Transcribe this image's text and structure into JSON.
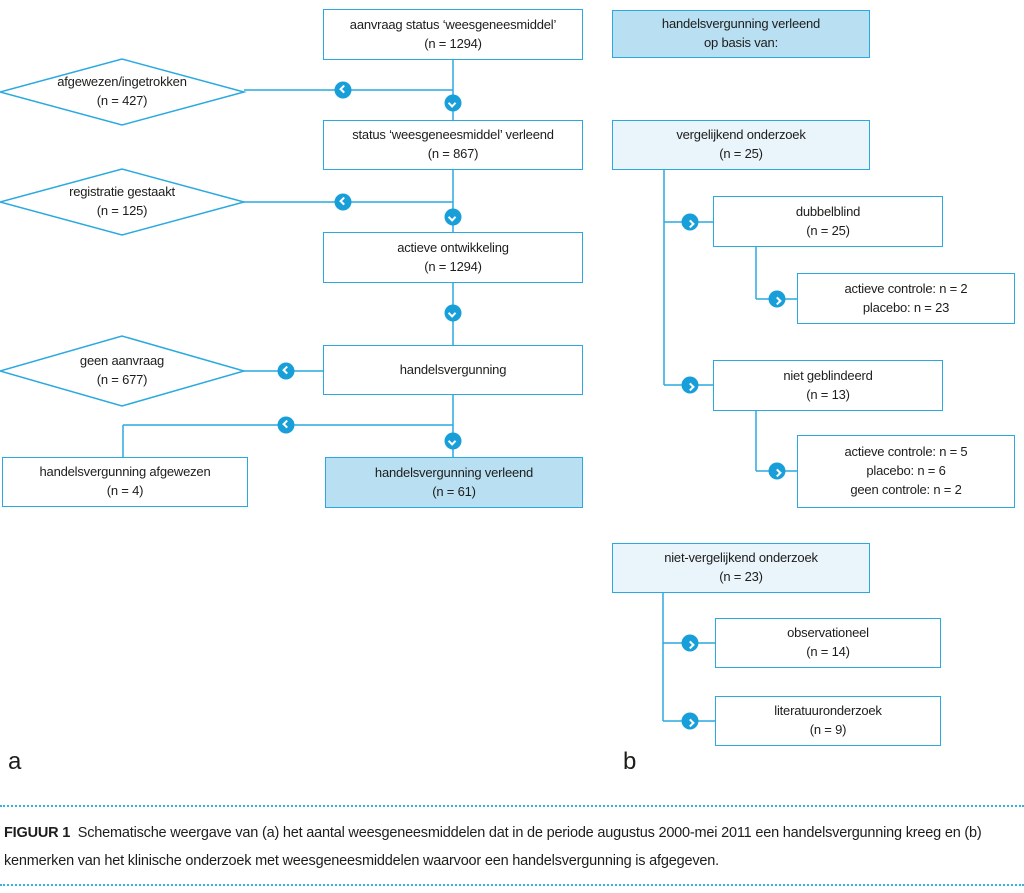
{
  "colors": {
    "line_blue": "#2aa9e0",
    "marker_blue": "#189fd9",
    "fill_medium_blue": "#b9dff2",
    "fill_light_blue": "#e9f4fb",
    "text": "#1d1d1b"
  },
  "panel_a": {
    "label": "a",
    "nodes": {
      "aanvraag": {
        "lines": [
          "aanvraag status ‘weesgeneesmiddel’",
          "(n = 1294)"
        ]
      },
      "afgewezen_ingetrokken": {
        "lines": [
          "afgewezen/ingetrokken",
          "(n = 427)"
        ]
      },
      "status_verleend": {
        "lines": [
          "status ‘weesgeneesmiddel’ verleend",
          "(n = 867)"
        ]
      },
      "registratie_gestaakt": {
        "lines": [
          "registratie gestaakt",
          "(n = 125)"
        ]
      },
      "actieve_ontwikkeling": {
        "lines": [
          "actieve ontwikkeling",
          "(n = 1294)"
        ]
      },
      "geen_aanvraag": {
        "lines": [
          "geen aanvraag",
          "(n = 677)"
        ]
      },
      "handelsvergunning": {
        "lines": [
          "handelsvergunning"
        ]
      },
      "handelsvergunning_afgewezen": {
        "lines": [
          "handelsvergunning afgewezen",
          "(n = 4)"
        ]
      },
      "handelsvergunning_verleend": {
        "lines": [
          "handelsvergunning verleend",
          "(n = 61)"
        ]
      }
    }
  },
  "panel_b": {
    "label": "b",
    "nodes": {
      "header": {
        "lines": [
          "handelsvergunning verleend",
          "op basis van:"
        ]
      },
      "vergelijkend": {
        "lines": [
          "vergelijkend onderzoek",
          "(n = 25)"
        ]
      },
      "dubbelblind": {
        "lines": [
          "dubbelblind",
          "(n = 25)"
        ]
      },
      "dubbelblind_detail": {
        "lines": [
          "actieve controle: n = 2",
          "placebo: n = 23"
        ]
      },
      "niet_geblindeerd": {
        "lines": [
          "niet geblindeerd",
          "(n = 13)"
        ]
      },
      "niet_geblindeerd_detail": {
        "lines": [
          "actieve controle: n = 5",
          "placebo: n = 6",
          "geen controle: n = 2"
        ]
      },
      "niet_vergelijkend": {
        "lines": [
          "niet-vergelijkend onderzoek",
          "(n = 23)"
        ]
      },
      "observationeel": {
        "lines": [
          "observationeel",
          "(n = 14)"
        ]
      },
      "literatuuronderzoek": {
        "lines": [
          "literatuuronderzoek",
          "(n = 9)"
        ]
      }
    }
  },
  "caption": {
    "tag": "FIGUUR 1",
    "line1": "Schematische weergave van (a) het aantal weesgeneesmiddelen dat in de periode augustus 2000-mei 2011 een handelsvergunning kreeg en (b)",
    "line2": "kenmerken van het klinische onderzoek met weesgeneesmiddelen waarvoor een handelsvergunning is afgegeven."
  }
}
